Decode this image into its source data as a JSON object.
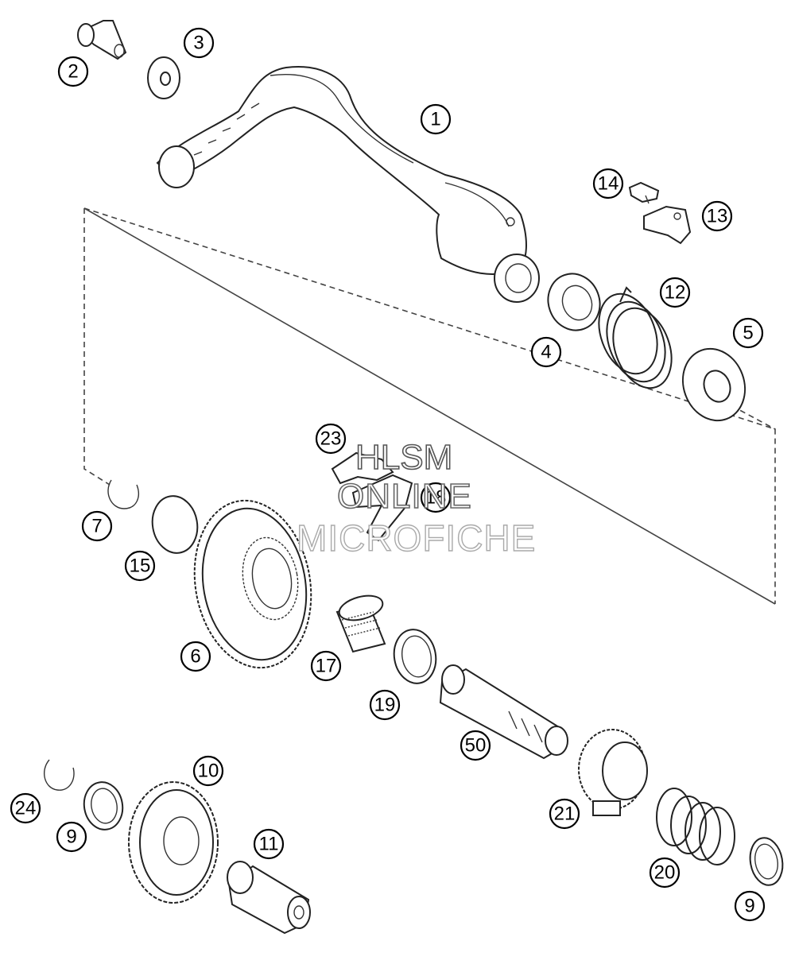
{
  "watermark": {
    "line1": "HLSM",
    "line2": "ONLINE",
    "line3": "MICROFICHE"
  },
  "callouts": {
    "c1": "1",
    "c2": "2",
    "c3": "3",
    "c4": "4",
    "c5": "5",
    "c6": "6",
    "c7": "7",
    "c9a": "9",
    "c9b": "9",
    "c10": "10",
    "c11": "11",
    "c12": "12",
    "c13": "13",
    "c14": "14",
    "c15": "15",
    "c17": "17",
    "c18": "18",
    "c19": "19",
    "c20": "20",
    "c21": "21",
    "c23": "23",
    "c24": "24",
    "c50": "50"
  }
}
